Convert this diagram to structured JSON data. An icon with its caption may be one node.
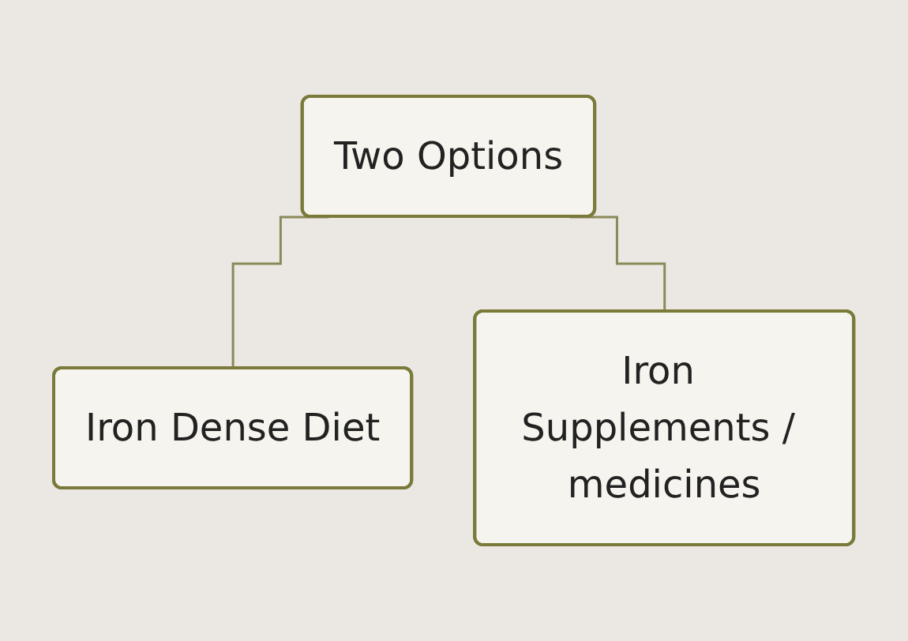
{
  "diagram": {
    "nodes": [
      {
        "text": [
          "Two Options"
        ]
      },
      {
        "text": [
          "Iron Dense Diet"
        ]
      },
      {
        "text": [
          "Iron Supplements / medicines"
        ]
      }
    ],
    "edges": [
      {
        "from": 0,
        "to": 1,
        "arrow": "none"
      },
      {
        "from": 0,
        "to": 2,
        "arrow": "none"
      }
    ]
  }
}
